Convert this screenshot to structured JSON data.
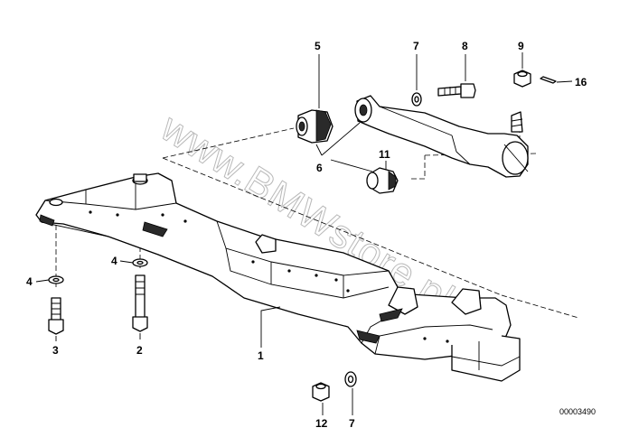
{
  "diagram": {
    "id_text": "00003490",
    "watermark": "www.BMWstore.pl",
    "callouts": [
      {
        "key": "c5",
        "label": "5"
      },
      {
        "key": "c7a",
        "label": "7"
      },
      {
        "key": "c8",
        "label": "8"
      },
      {
        "key": "c9",
        "label": "9"
      },
      {
        "key": "c16",
        "label": "16"
      },
      {
        "key": "c6",
        "label": "6"
      },
      {
        "key": "c11",
        "label": "11"
      },
      {
        "key": "c4a",
        "label": "4"
      },
      {
        "key": "c4b",
        "label": "4"
      },
      {
        "key": "c3",
        "label": "3"
      },
      {
        "key": "c2",
        "label": "2"
      },
      {
        "key": "c1",
        "label": "1"
      },
      {
        "key": "c12",
        "label": "12"
      },
      {
        "key": "c7b",
        "label": "7"
      }
    ]
  }
}
